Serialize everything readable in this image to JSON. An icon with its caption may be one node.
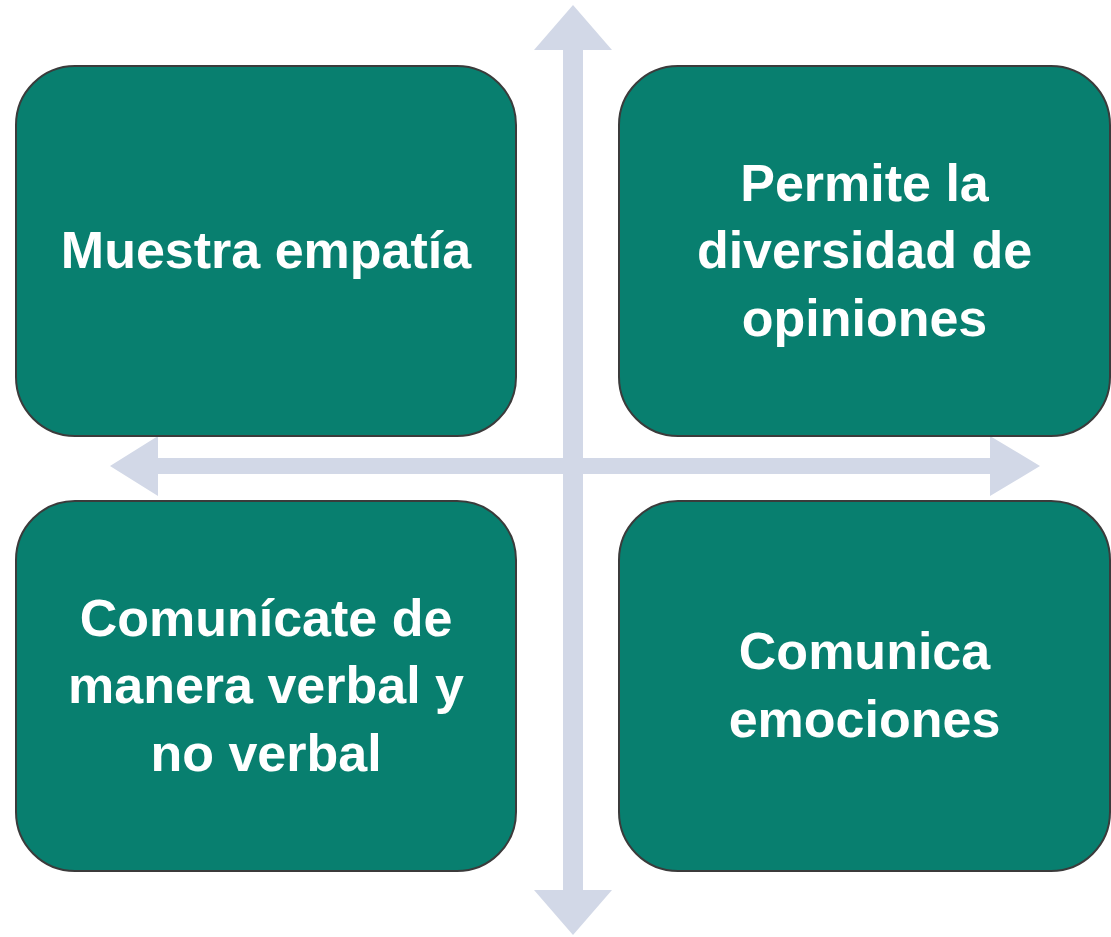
{
  "diagram": {
    "nodes": [
      {
        "text": [
          "Muestra empatía"
        ]
      },
      {
        "text": [
          "Permite la diversidad de opiniones"
        ]
      },
      {
        "text": [
          "Comunícate de manera verbal y no verbal"
        ]
      },
      {
        "text": [
          "Comunica emociones"
        ]
      }
    ]
  }
}
